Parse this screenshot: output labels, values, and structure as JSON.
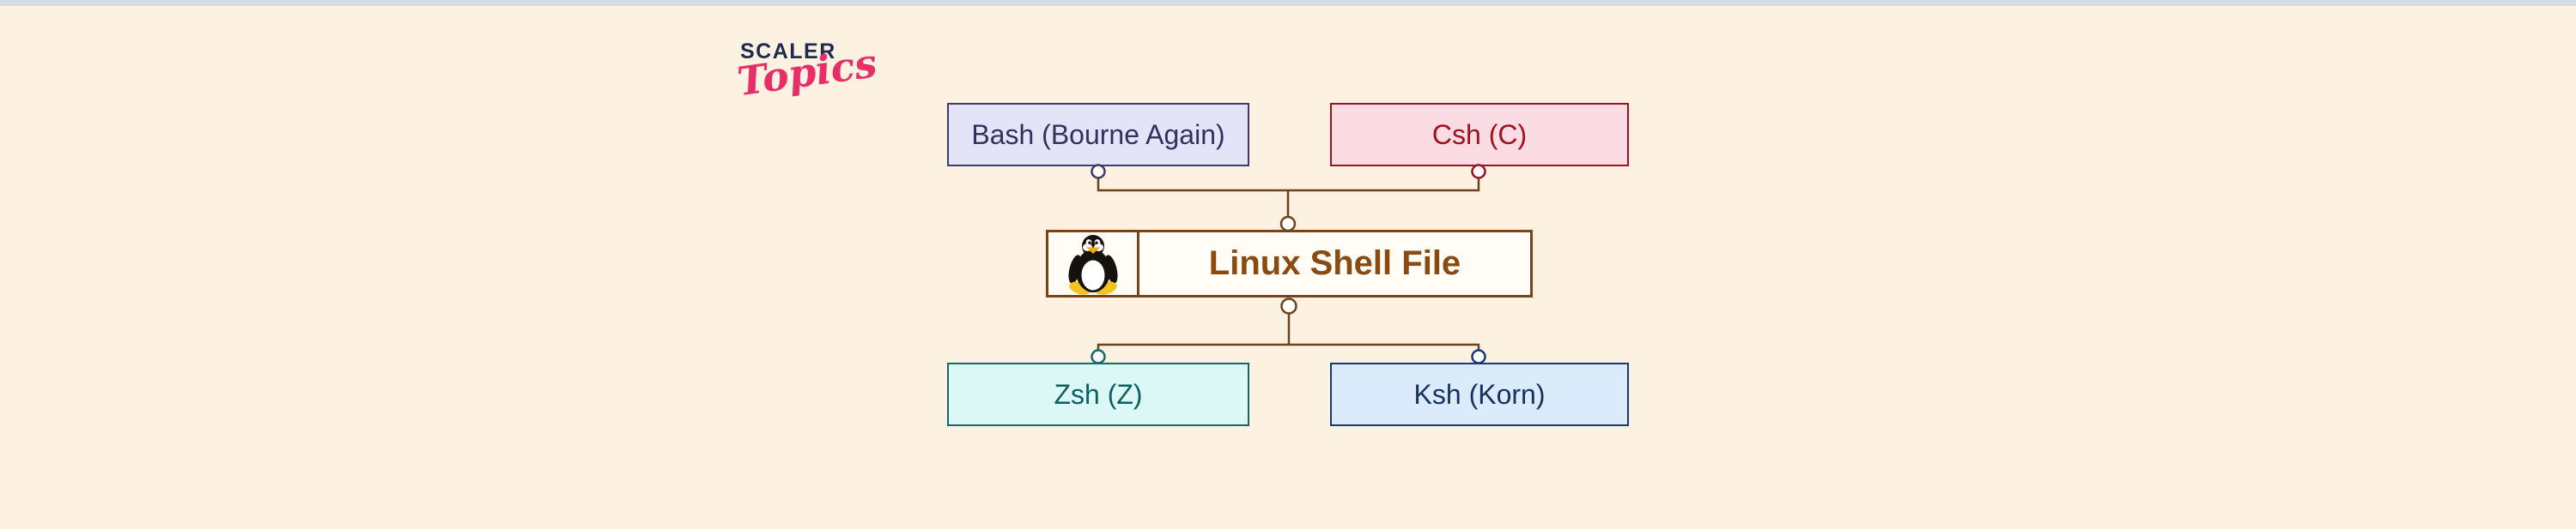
{
  "page": {
    "background": "#fdf1e1",
    "topbar_color": "#d4dde5"
  },
  "logo": {
    "brand": "SCALER",
    "sub": "Topics",
    "brand_color": "#1d2b4f",
    "sub_color": "#e82d68"
  },
  "diagram": {
    "connector_color": "#6b431f",
    "node_fill_circle": "#ffffff",
    "root": {
      "label": "Linux Shell File",
      "icon": "tux-penguin-icon",
      "fill": "#fffdf6",
      "border_color": "#7a431c",
      "text_color": "#8a4a12"
    },
    "parents": [
      {
        "id": "bash",
        "label": "Bash (Bourne Again)",
        "fill": "#e4e4f8",
        "border_color": "#3c3c6a",
        "text_color": "#31315e"
      },
      {
        "id": "csh",
        "label": "Csh (C)",
        "fill": "#fbdce4",
        "border_color": "#a01020",
        "text_color": "#a3101c"
      }
    ],
    "children": [
      {
        "id": "zsh",
        "label": "Zsh (Z)",
        "fill": "#dcf8f6",
        "border_color": "#15686b",
        "text_color": "#0e5f63"
      },
      {
        "id": "ksh",
        "label": "Ksh (Korn)",
        "fill": "#dcebfb",
        "border_color": "#173a72",
        "text_color": "#16335f"
      }
    ],
    "tux_colors": {
      "body": "#15120e",
      "belly": "#ffffff",
      "beak": "#f6a71b",
      "feet": "#f4c11e"
    }
  }
}
